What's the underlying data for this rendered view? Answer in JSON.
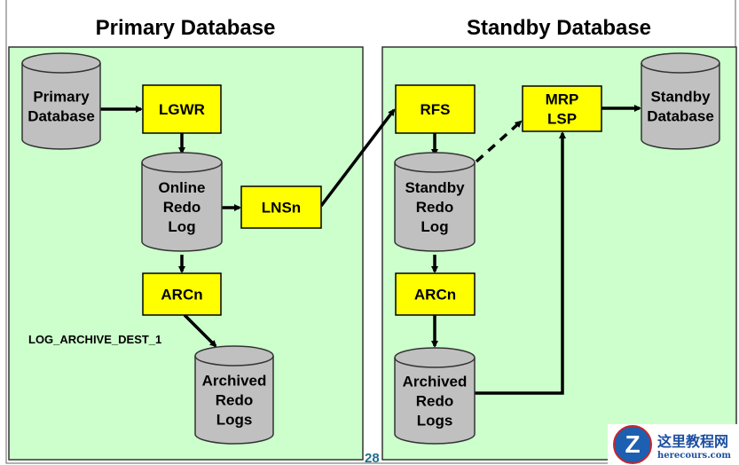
{
  "titles": {
    "primary": "Primary Database",
    "standby": "Standby Database"
  },
  "nodes": {
    "primary_db": [
      "Primary",
      "Database"
    ],
    "lgwr": [
      "LGWR"
    ],
    "online_redo": [
      "Online",
      "Redo",
      "Log"
    ],
    "lnsn": [
      "LNSn"
    ],
    "arcn_primary": [
      "ARCn"
    ],
    "archived_primary": [
      "Archived",
      "Redo",
      "Logs"
    ],
    "rfs": [
      "RFS"
    ],
    "mrp_lsp": [
      "MRP",
      "LSP"
    ],
    "standby_db": [
      "Standby",
      "Database"
    ],
    "standby_redo": [
      "Standby",
      "Redo",
      "Log"
    ],
    "arcn_standby": [
      "ARCn"
    ],
    "archived_standby": [
      "Archived",
      "Redo",
      "Logs"
    ]
  },
  "dest_label": "LOG_ARCHIVE_DEST_1",
  "page_number": "28",
  "watermark": {
    "logo": "Z",
    "title": "这里教程网",
    "url": "herecours.com"
  },
  "colors": {
    "panel": "#ccffcc",
    "process_box": "#ffff00",
    "cylinder": "#c0c0c0",
    "page_number": "#1f6f8b"
  }
}
